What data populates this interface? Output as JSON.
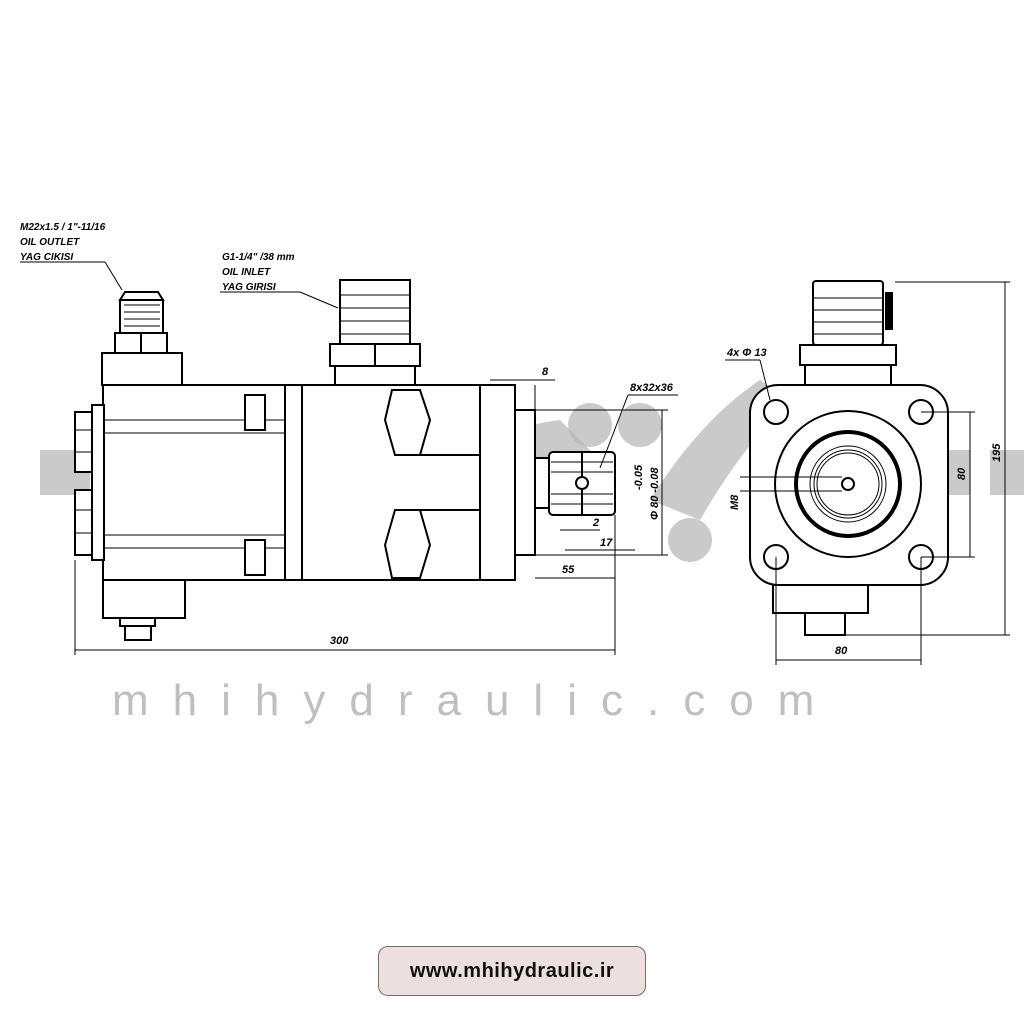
{
  "callouts": {
    "outlet": {
      "line1": "M22x1.5 / 1\"-11/16",
      "line2": "OIL OUTLET",
      "line3": "YAG CIKISI"
    },
    "inlet": {
      "line1": "G1-1/4\" /38 mm",
      "line2": "OIL INLET",
      "line3": "YAG GIRISI"
    },
    "spline": "8x32x36",
    "holes": "4x Φ 13"
  },
  "dimensions": {
    "overall_length": "300",
    "shaft_length": "55",
    "spline_length": "17",
    "spline_offset": "2",
    "flange_thickness": "8",
    "pilot_diameter": "Φ 80 -0.08",
    "pilot_tol": "-0.05",
    "thread": "M8",
    "bolt_spacing_v": "80",
    "bolt_spacing_h": "80",
    "overall_height": "195"
  },
  "watermark": {
    "text": "mhihydraulic.com"
  },
  "footer": {
    "url": "www.mhihydraulic.ir"
  }
}
